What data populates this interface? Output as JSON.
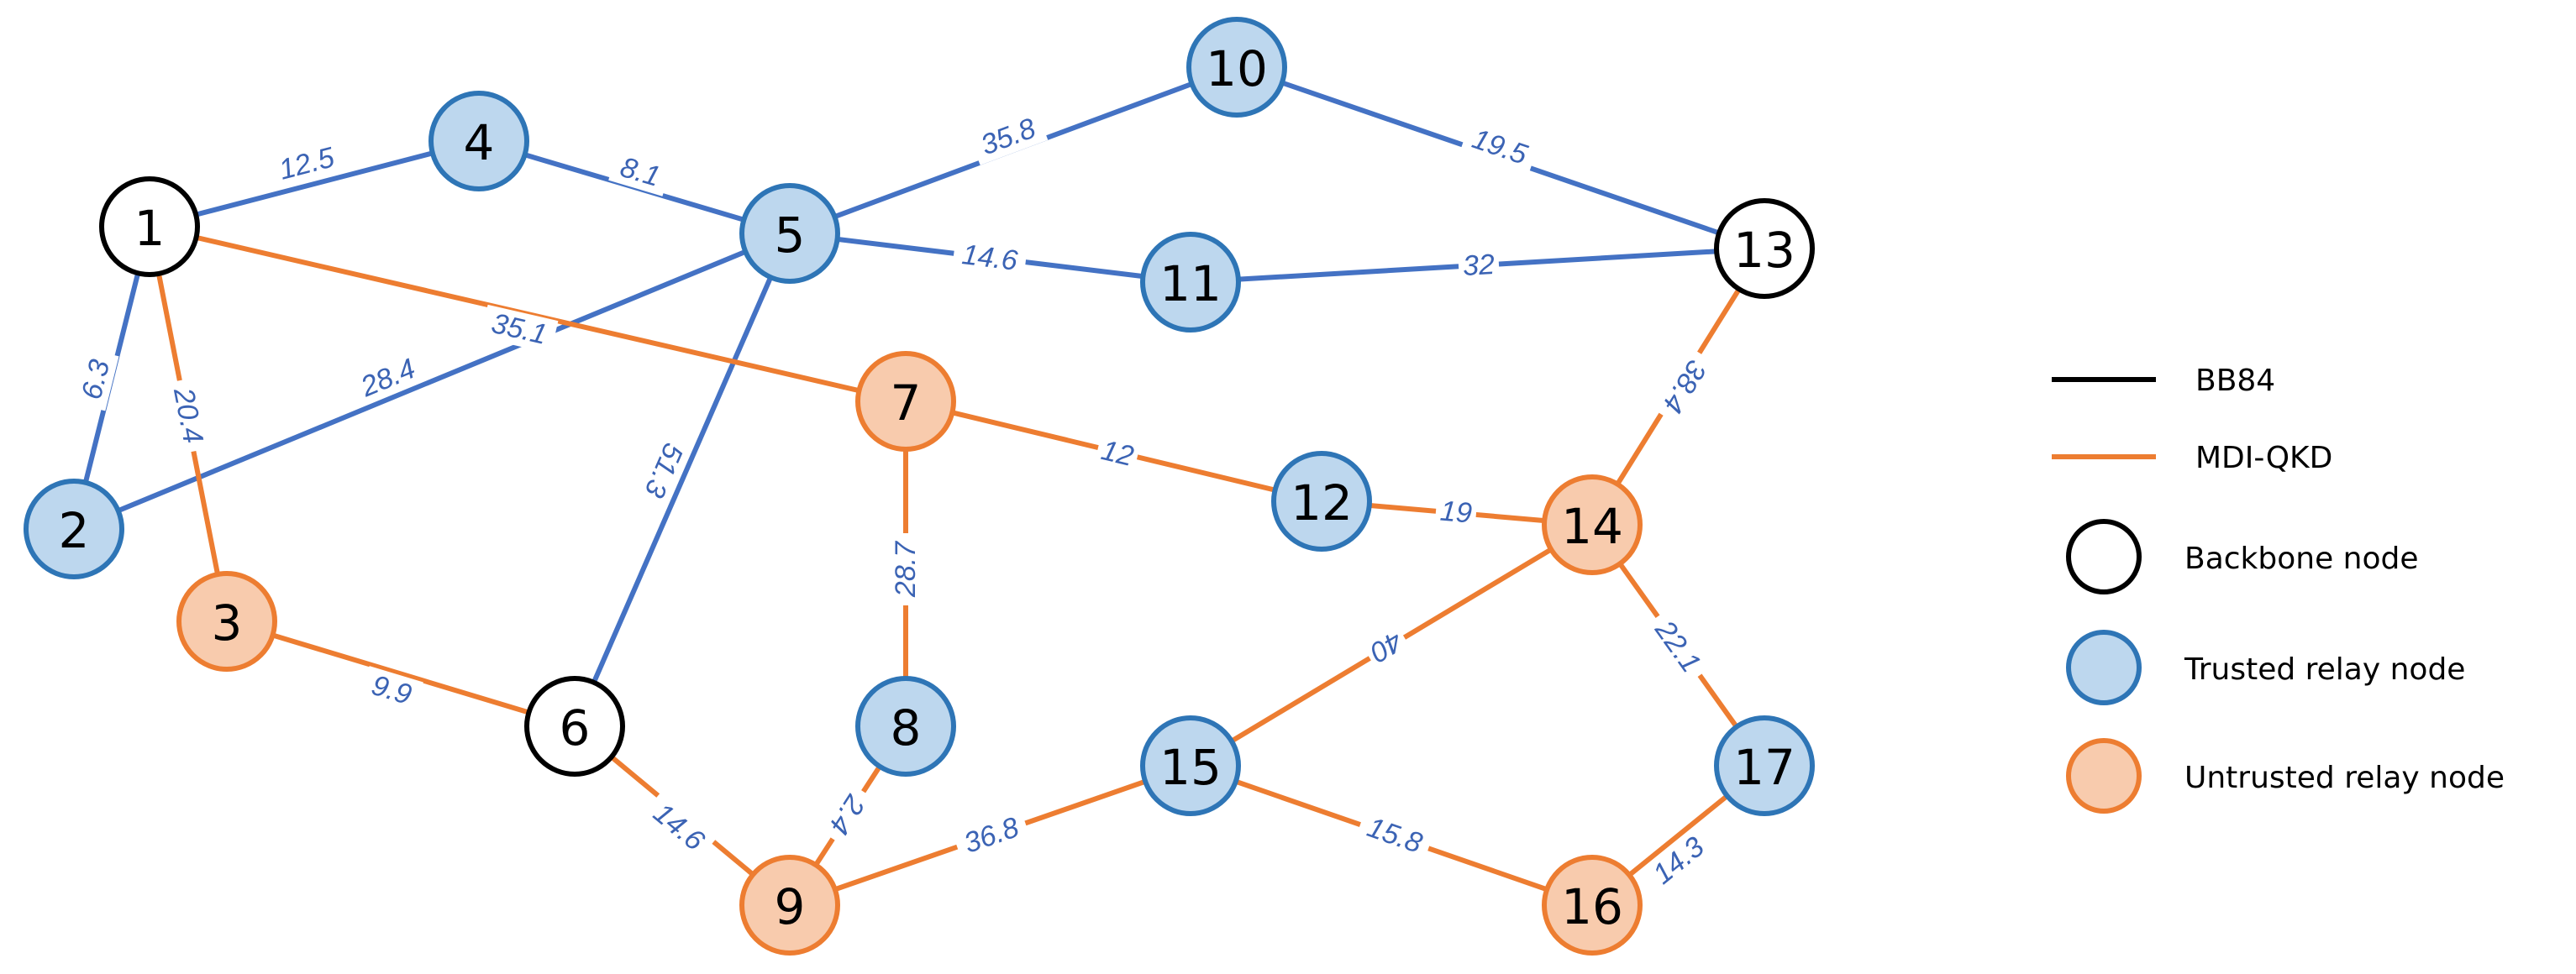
{
  "colors": {
    "bb84": "#4472C4",
    "mdiqkd": "#ED7D31",
    "backbone_fill": "#FFFFFF",
    "backbone_stroke": "#000000",
    "trusted_fill": "#BDD7EE",
    "trusted_stroke": "#2E75B6",
    "untrusted_fill": "#F8CBAD",
    "untrusted_stroke": "#ED7D31",
    "edge_label": "#3B63B4",
    "legend_mdi_text": "#ED7D31"
  },
  "nodes": [
    {
      "id": "1",
      "type": "backbone"
    },
    {
      "id": "2",
      "type": "trusted"
    },
    {
      "id": "3",
      "type": "untrusted"
    },
    {
      "id": "4",
      "type": "trusted"
    },
    {
      "id": "5",
      "type": "trusted"
    },
    {
      "id": "6",
      "type": "backbone"
    },
    {
      "id": "7",
      "type": "untrusted"
    },
    {
      "id": "8",
      "type": "trusted"
    },
    {
      "id": "9",
      "type": "untrusted"
    },
    {
      "id": "10",
      "type": "trusted"
    },
    {
      "id": "11",
      "type": "trusted"
    },
    {
      "id": "12",
      "type": "trusted"
    },
    {
      "id": "13",
      "type": "backbone"
    },
    {
      "id": "14",
      "type": "untrusted"
    },
    {
      "id": "15",
      "type": "trusted"
    },
    {
      "id": "16",
      "type": "untrusted"
    },
    {
      "id": "17",
      "type": "trusted"
    }
  ],
  "edges": [
    {
      "from": "1",
      "to": "4",
      "label": "12.5",
      "protocol": "bb84"
    },
    {
      "from": "4",
      "to": "5",
      "label": "8.1",
      "protocol": "bb84"
    },
    {
      "from": "5",
      "to": "10",
      "label": "35.8",
      "protocol": "bb84"
    },
    {
      "from": "10",
      "to": "13",
      "label": "19.5",
      "protocol": "bb84"
    },
    {
      "from": "5",
      "to": "11",
      "label": "14.6",
      "protocol": "bb84"
    },
    {
      "from": "11",
      "to": "13",
      "label": "32",
      "protocol": "bb84"
    },
    {
      "from": "1",
      "to": "2",
      "label": "6.3",
      "protocol": "bb84"
    },
    {
      "from": "2",
      "to": "5",
      "label": "28.4",
      "protocol": "bb84"
    },
    {
      "from": "5",
      "to": "6",
      "label": "51.3",
      "protocol": "bb84"
    },
    {
      "from": "1",
      "to": "3",
      "label": "20.4",
      "protocol": "mdiqkd"
    },
    {
      "from": "1",
      "to": "7",
      "label": "35.1",
      "protocol": "mdiqkd"
    },
    {
      "from": "7",
      "to": "12",
      "label": "12",
      "protocol": "mdiqkd"
    },
    {
      "from": "7",
      "to": "8",
      "label": "28.7",
      "protocol": "mdiqkd"
    },
    {
      "from": "12",
      "to": "14",
      "label": "19",
      "protocol": "mdiqkd"
    },
    {
      "from": "14",
      "to": "13",
      "label": "38.4",
      "protocol": "mdiqkd"
    },
    {
      "from": "14",
      "to": "15",
      "label": "40",
      "protocol": "mdiqkd"
    },
    {
      "from": "14",
      "to": "17",
      "label": "22.1",
      "protocol": "mdiqkd"
    },
    {
      "from": "3",
      "to": "6",
      "label": "9.9",
      "protocol": "mdiqkd"
    },
    {
      "from": "6",
      "to": "9",
      "label": "14.6",
      "protocol": "mdiqkd"
    },
    {
      "from": "8",
      "to": "9",
      "label": "2.4",
      "protocol": "mdiqkd"
    },
    {
      "from": "9",
      "to": "15",
      "label": "36.8",
      "protocol": "mdiqkd"
    },
    {
      "from": "15",
      "to": "16",
      "label": "15.8",
      "protocol": "mdiqkd"
    },
    {
      "from": "16",
      "to": "17",
      "label": "14.3",
      "protocol": "mdiqkd"
    }
  ],
  "legend": {
    "bb84": "BB84",
    "mdiqkd": "MDI-QKD",
    "backbone": "Backbone node",
    "trusted": "Trusted relay node",
    "untrusted": "Untrusted relay node"
  }
}
